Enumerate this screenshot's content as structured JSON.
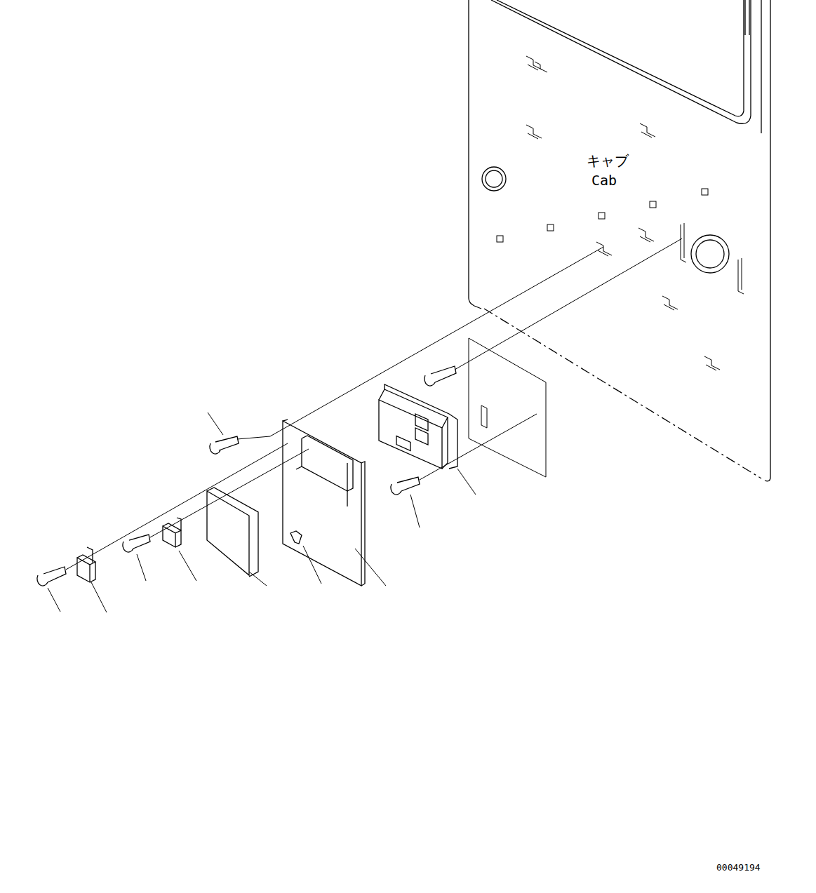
{
  "diagram": {
    "labels": [
      "キャブ",
      "Cab",
      "00049194"
    ]
  }
}
